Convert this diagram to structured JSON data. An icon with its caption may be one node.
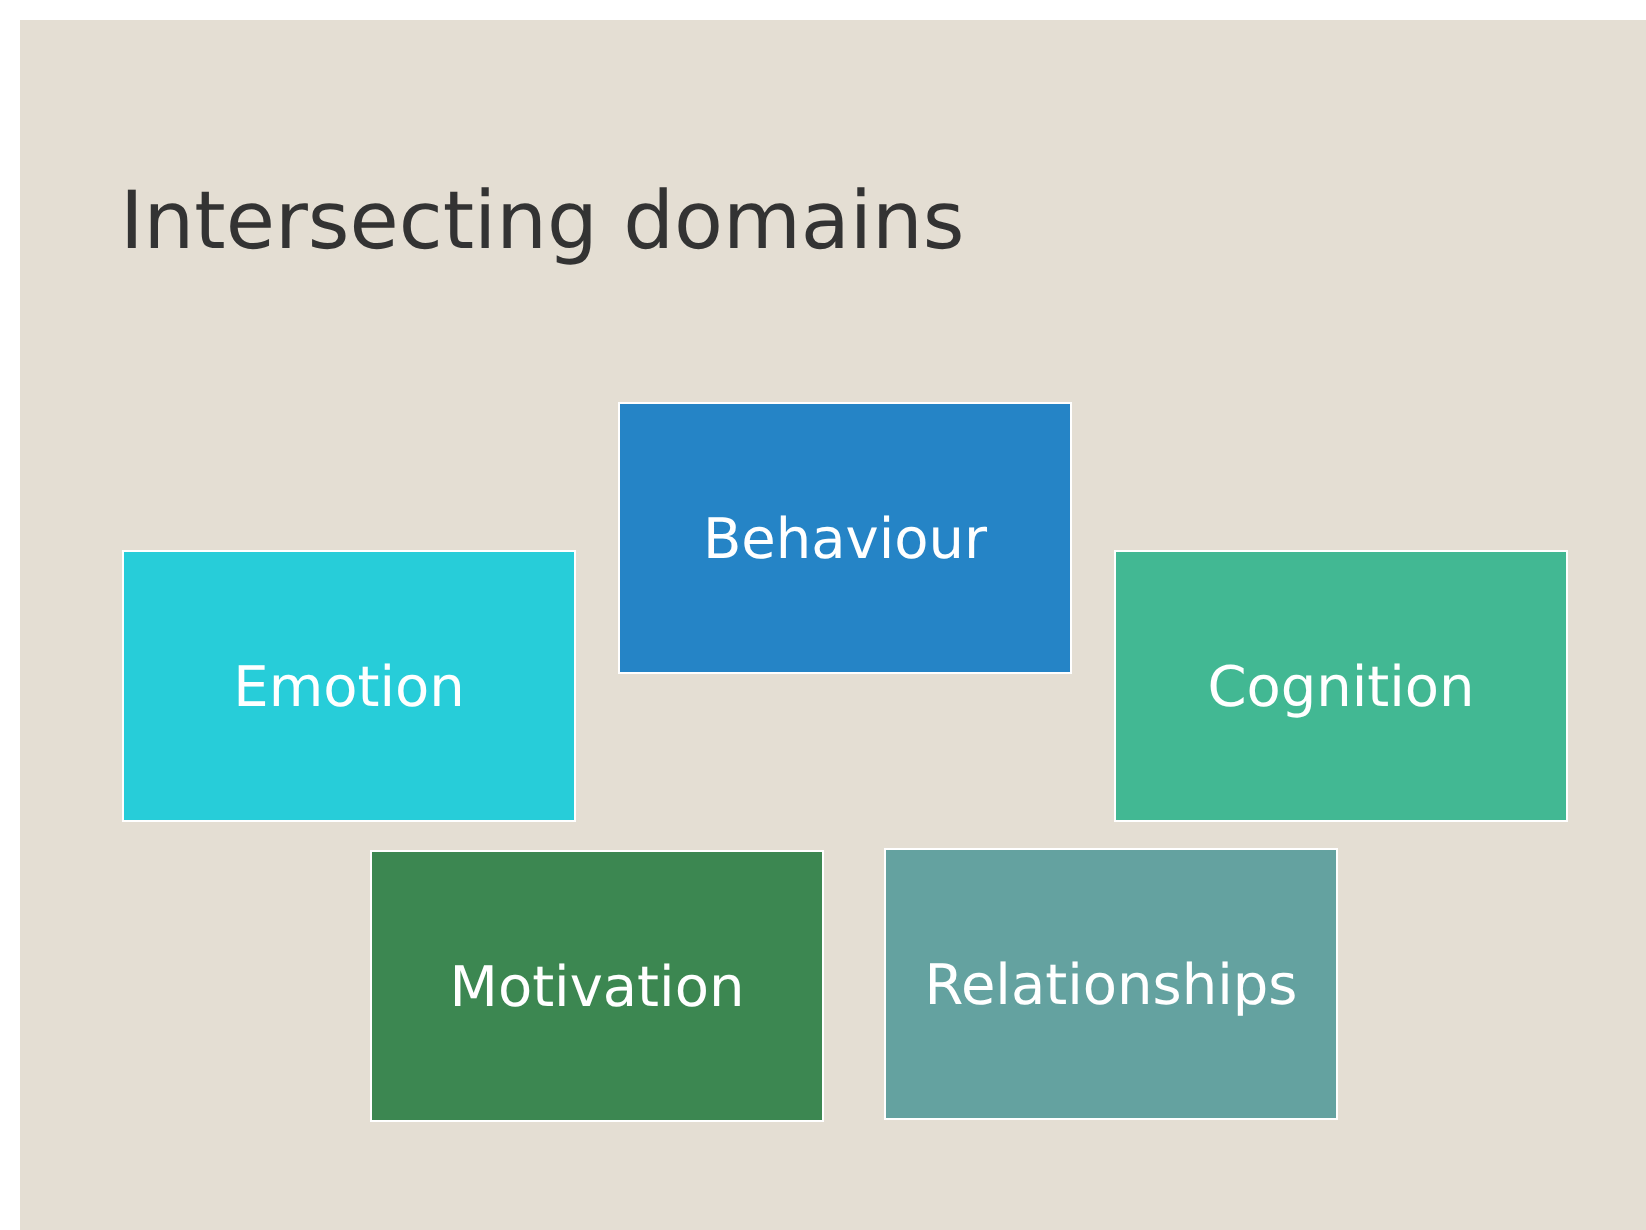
{
  "diagram": {
    "title": "Intersecting domains",
    "nodes": [
      {
        "text": [
          "Behaviour"
        ]
      },
      {
        "text": [
          "Emotion"
        ]
      },
      {
        "text": [
          "Cognition"
        ]
      },
      {
        "text": [
          "Motivation"
        ]
      },
      {
        "text": [
          "Relationships"
        ]
      }
    ]
  }
}
